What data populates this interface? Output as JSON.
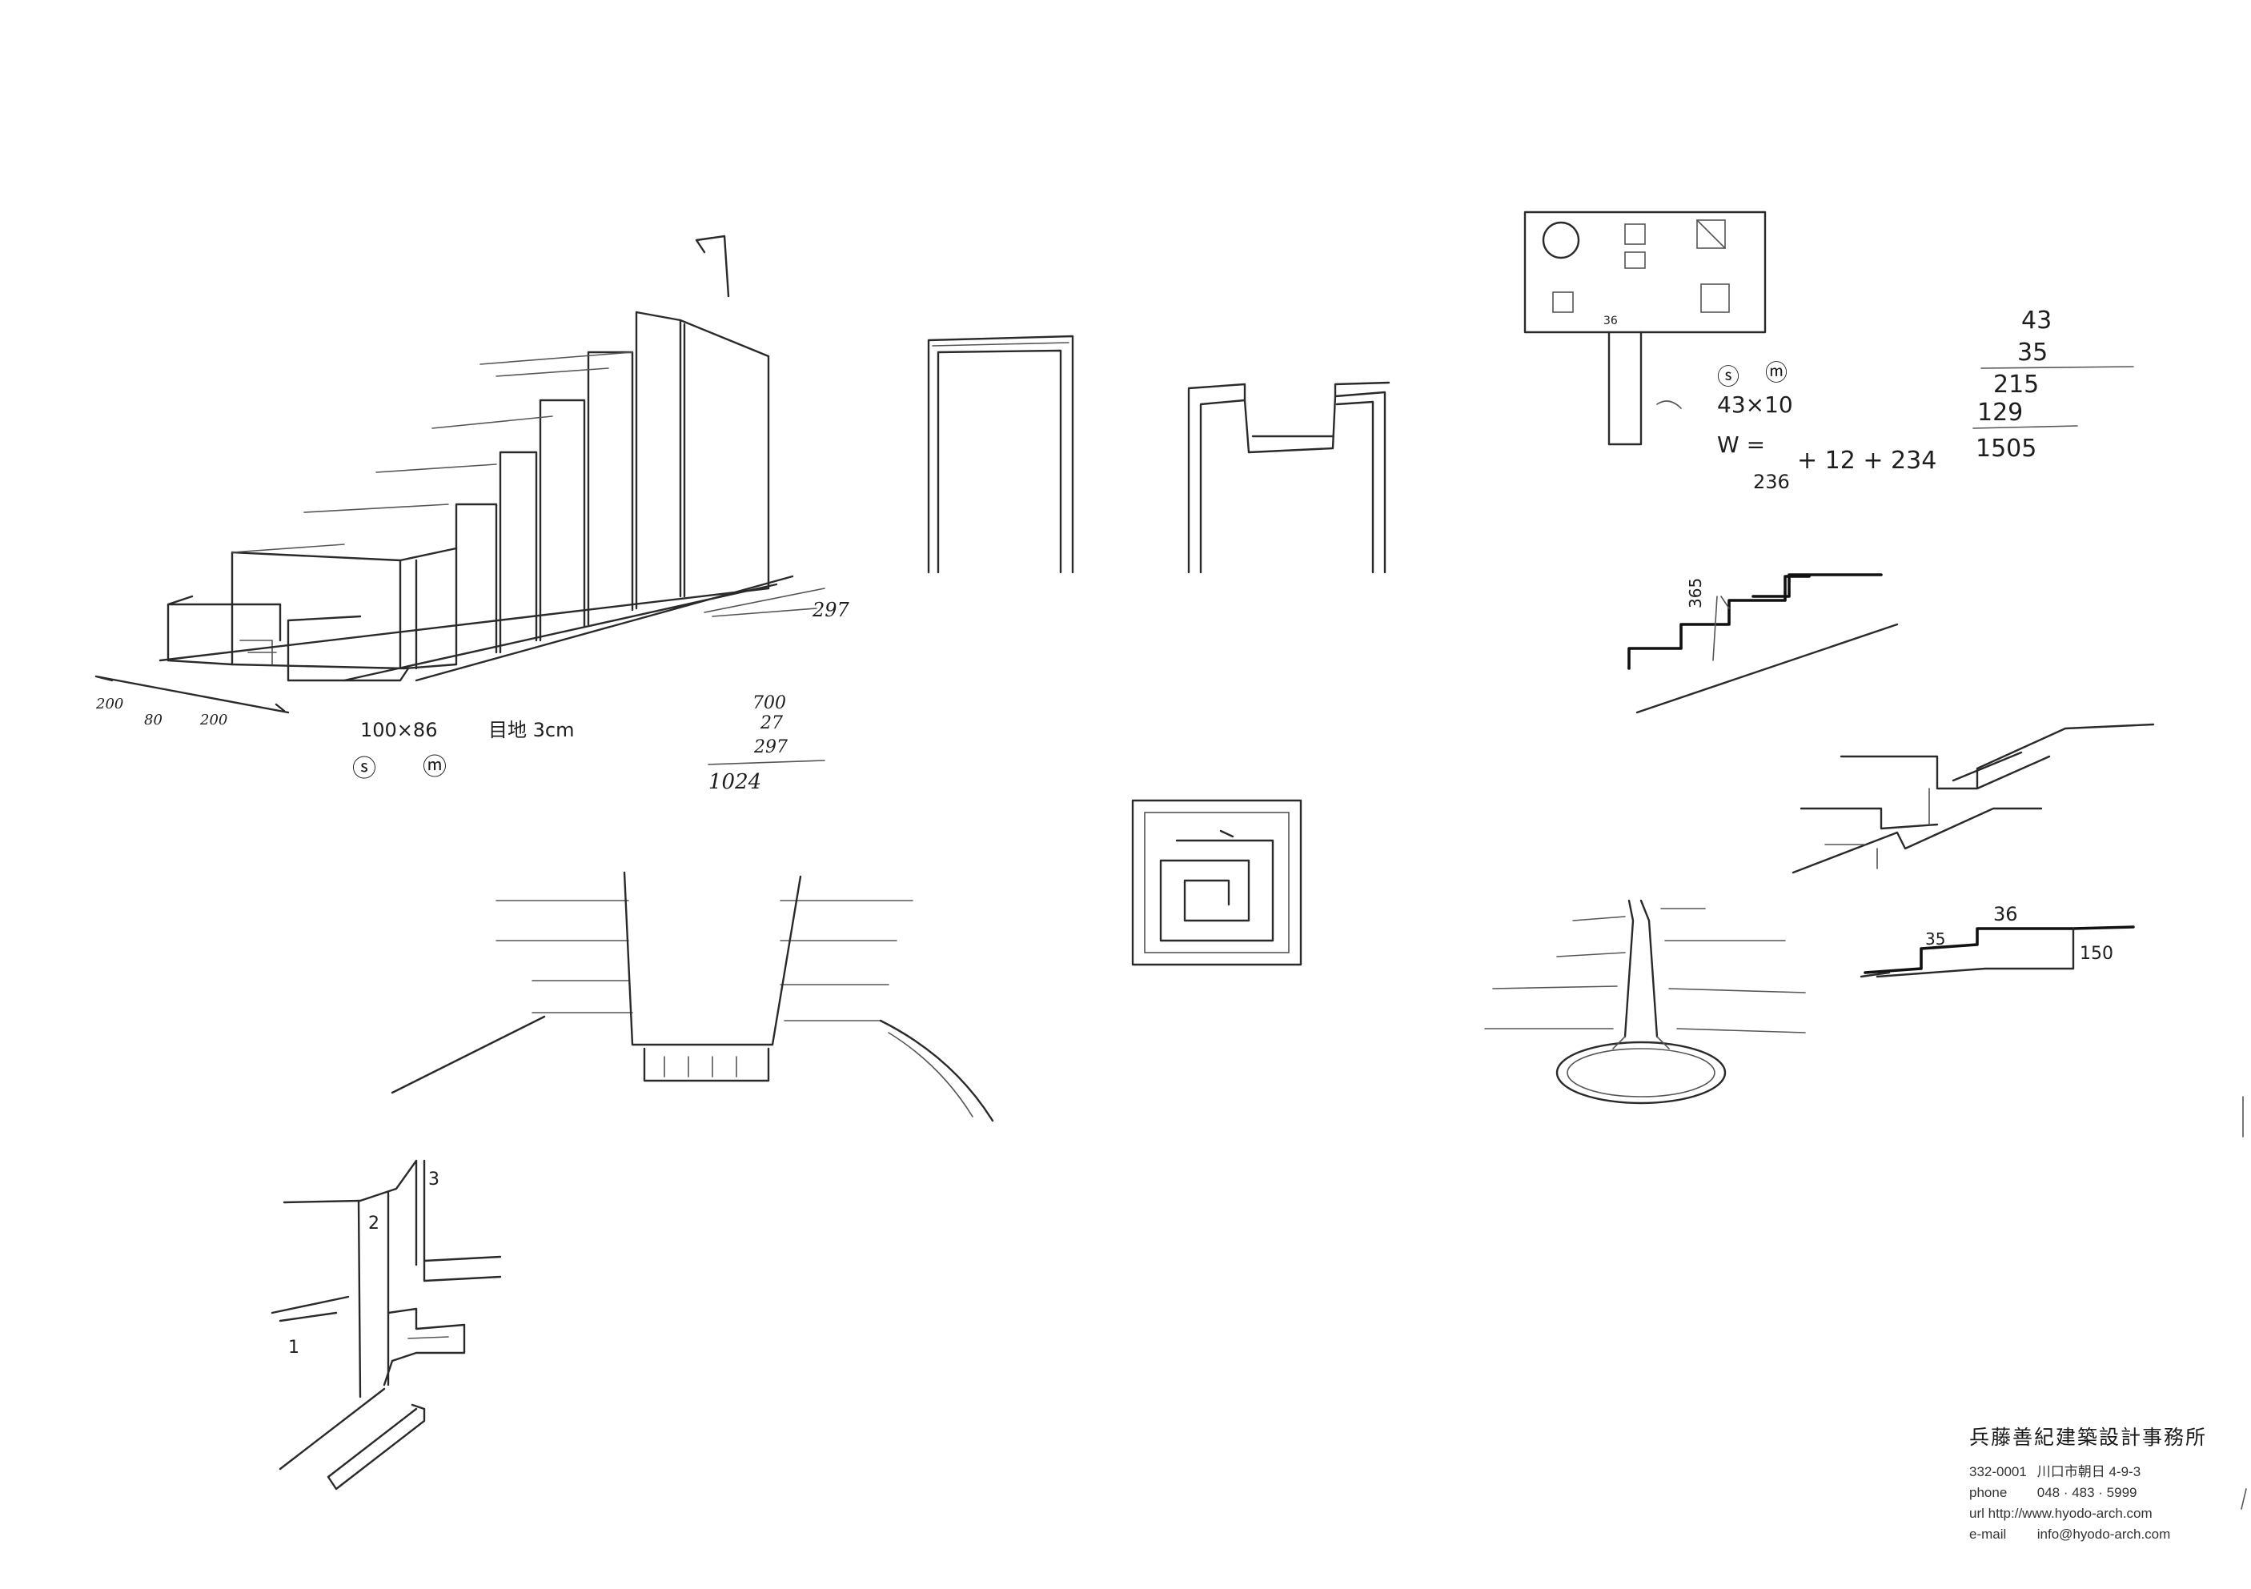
{
  "stair_model": {
    "dim_left": "200",
    "dim_mid": "80",
    "dim_right": "200",
    "dim_depth": "297",
    "size_note": "100×86",
    "material_note": "目地 3cm",
    "circled_1": "ⓢ",
    "circled_2": "ⓜ",
    "sum": [
      "700",
      "27",
      "297",
      "1024"
    ]
  },
  "sign_board": {
    "label_36": "36",
    "circled_1": "ⓢ",
    "circled_2": "ⓜ",
    "calc": "43×10",
    "width_prefix": "W =",
    "width_a": "236",
    "width_rest": "+ 12 + 234",
    "mult": [
      "43",
      "35",
      "215",
      "129",
      "1505"
    ]
  },
  "step_profile_1": {
    "dim_365": "365"
  },
  "step_profile_2": {
    "dim_35": "35",
    "dim_36": "36",
    "dim_150": "150"
  },
  "corner_sketch": {
    "n1": "1",
    "n2": "2",
    "n3": "3"
  },
  "office": {
    "name": "兵藤善紀建築設計事務所",
    "postal": "332-0001",
    "address": "川口市朝日 4-9-3",
    "phone_label": "phone",
    "phone": "048 · 483 · 5999",
    "url_label": "url",
    "url": "http://www.hyodo-arch.com",
    "email_label": "e-mail",
    "email": "info@hyodo-arch.com"
  }
}
